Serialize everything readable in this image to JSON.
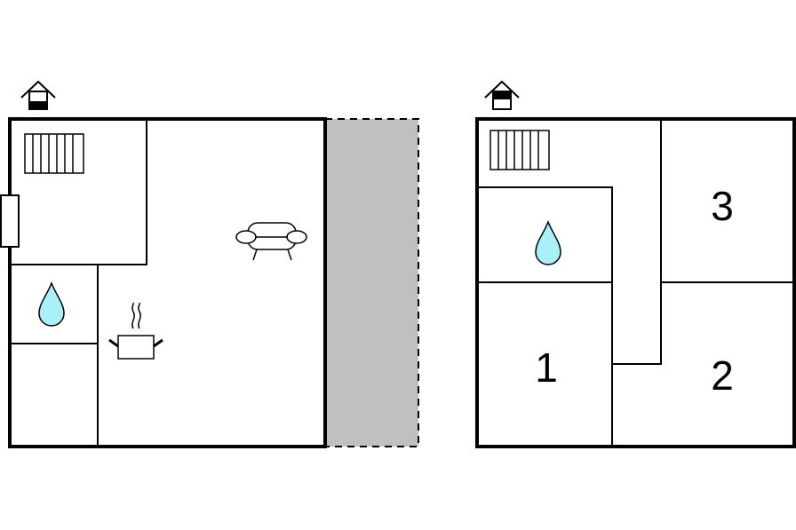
{
  "ground_floor": {
    "icons": [
      "floor-indicator-icon",
      "radiator-icon",
      "water-drop-icon",
      "cooking-pot-icon",
      "sofa-icon",
      "door-icon"
    ],
    "terrace_color": "#c0c0c0"
  },
  "upper_floor": {
    "rooms": [
      {
        "label": "1"
      },
      {
        "label": "2"
      },
      {
        "label": "3"
      }
    ],
    "icons": [
      "floor-indicator-icon",
      "radiator-icon",
      "water-drop-icon"
    ]
  },
  "colors": {
    "wall": "#000000",
    "water": "#aaf0f8",
    "terrace": "#c0c0c0"
  }
}
